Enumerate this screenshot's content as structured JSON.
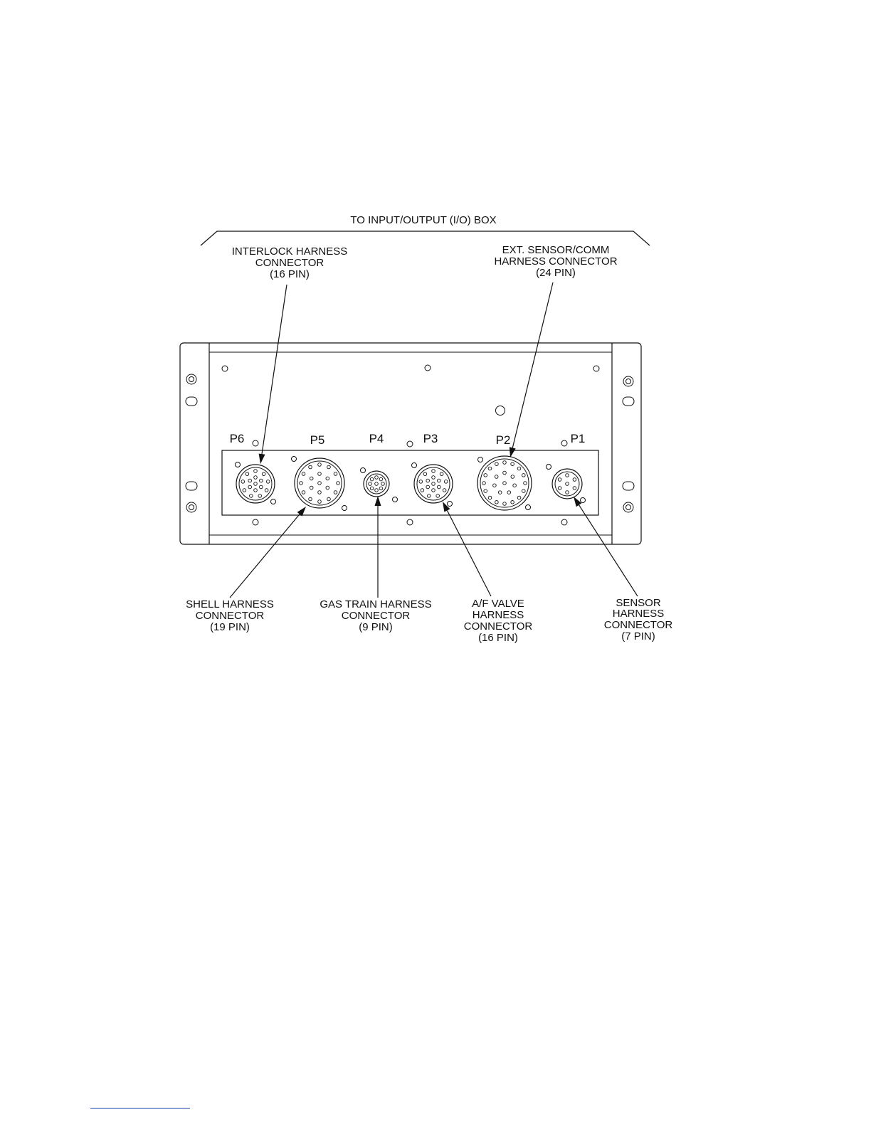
{
  "title": "TO INPUT/OUTPUT (I/O) BOX",
  "port_labels": [
    "P6",
    "P5",
    "P4",
    "P3",
    "P2",
    "P1"
  ],
  "callouts": {
    "interlock": [
      "INTERLOCK  HARNESS",
      "CONNECTOR",
      "(16 PIN)"
    ],
    "ext_sensor": [
      "EXT. SENSOR/COMM",
      "HARNESS CONNECTOR",
      "(24 PIN)"
    ],
    "shell": [
      "SHELL HARNESS",
      "CONNECTOR",
      "(19 PIN)"
    ],
    "gas_train": [
      "GAS TRAIN HARNESS",
      "CONNECTOR",
      "(9 PIN)"
    ],
    "af_valve": [
      "A/F VALVE",
      "HARNESS",
      "CONNECTOR",
      "(16 PIN)"
    ],
    "sensor": [
      "SENSOR",
      "HARNESS",
      "CONNECTOR",
      "(7 PIN)"
    ]
  },
  "colors": {
    "line": "#111111",
    "footer_rule": "#1a3fb0"
  }
}
